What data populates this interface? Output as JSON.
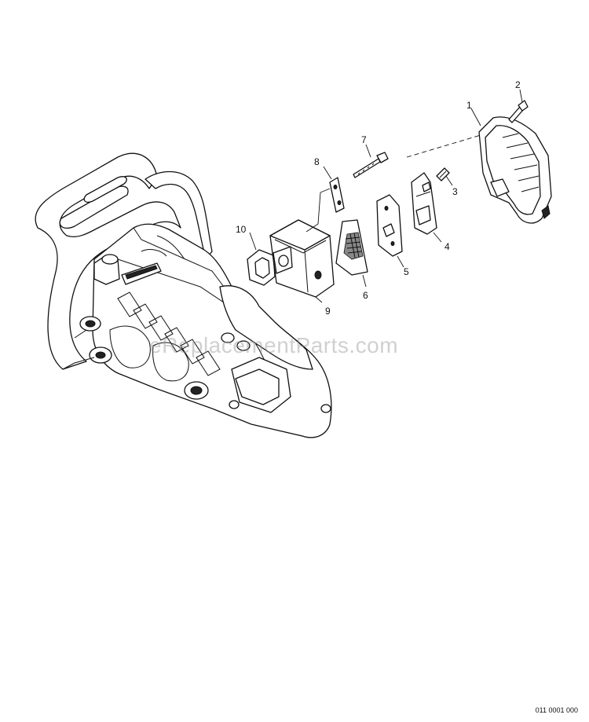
{
  "callouts": [
    "1",
    "2",
    "3",
    "4",
    "5",
    "6",
    "7",
    "8",
    "9",
    "10"
  ],
  "watermark": "eReplacementParts.com",
  "diagram_ref": "011 0001 000"
}
